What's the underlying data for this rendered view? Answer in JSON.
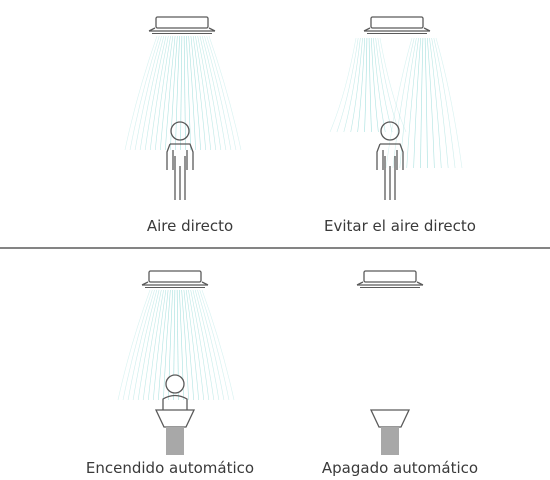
{
  "panels": [
    {
      "id": "direct",
      "label": "Aire directo",
      "airflow": "direct",
      "person": "standing"
    },
    {
      "id": "avoid",
      "label": "Evitar el aire directo",
      "airflow": "split",
      "person": "standing"
    },
    {
      "id": "auto_on",
      "label": "Encendido automático",
      "airflow": "direct",
      "person": "seated-at-desk"
    },
    {
      "id": "auto_off",
      "label": "Apagado automático",
      "airflow": "none",
      "person": "absent"
    }
  ],
  "colors": {
    "airflow": "#7fd3d0",
    "outline": "#5a5a5a",
    "divider": "#3a3a3a",
    "desk_base": "#a8a8a8",
    "text": "#3a3a3a"
  },
  "icons": [
    "ceiling-ac-unit-icon",
    "person-icon",
    "desk-icon"
  ]
}
